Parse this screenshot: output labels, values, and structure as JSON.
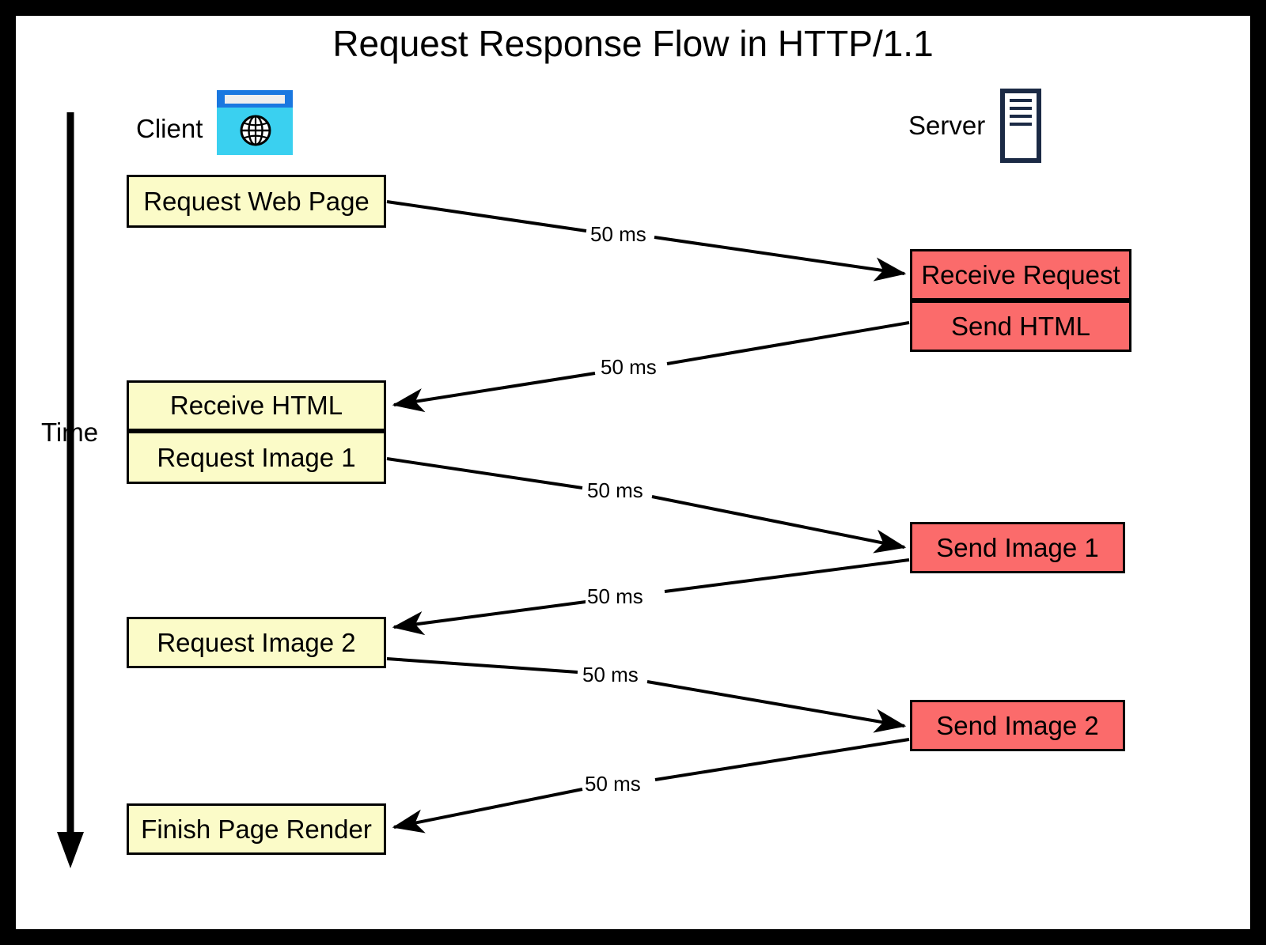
{
  "diagram": {
    "title": "Request Response Flow in HTTP/1.1",
    "background": "#ffffff",
    "border_color": "#000000",
    "colors": {
      "client_box_fill": "#fbfbc8",
      "server_box_fill": "#fb6b6b",
      "box_stroke": "#000000",
      "browser_icon_body": "#3ad0f0",
      "browser_icon_titlebar": "#1a78e0",
      "server_icon_stroke": "#1b2a45",
      "text": "#000000"
    }
  },
  "lanes": {
    "client": {
      "label": "Client",
      "icon": "browser-globe-icon"
    },
    "server": {
      "label": "Server",
      "icon": "server-rack-icon"
    }
  },
  "time_axis": {
    "label": "Time",
    "icon": "down-arrow-icon",
    "direction": "downward"
  },
  "client_steps": [
    {
      "id": "request-web-page",
      "label": "Request Web Page"
    },
    {
      "id": "receive-html",
      "label": "Receive HTML"
    },
    {
      "id": "request-image-1",
      "label": "Request Image 1"
    },
    {
      "id": "request-image-2",
      "label": "Request Image 2"
    },
    {
      "id": "finish-page-render",
      "label": "Finish Page Render"
    }
  ],
  "server_steps": [
    {
      "id": "receive-request",
      "label": "Receive Request"
    },
    {
      "id": "send-html",
      "label": "Send HTML"
    },
    {
      "id": "send-image-1",
      "label": "Send Image 1"
    },
    {
      "id": "send-image-2",
      "label": "Send Image 2"
    }
  ],
  "messages": [
    {
      "id": "msg-1",
      "from": "request-web-page",
      "to": "receive-request",
      "direction": "client-to-server",
      "latency": "50 ms"
    },
    {
      "id": "msg-2",
      "from": "send-html",
      "to": "receive-html",
      "direction": "server-to-client",
      "latency": "50 ms"
    },
    {
      "id": "msg-3",
      "from": "request-image-1",
      "to": "send-image-1",
      "direction": "client-to-server",
      "latency": "50 ms"
    },
    {
      "id": "msg-4",
      "from": "send-image-1",
      "to": "request-image-2",
      "direction": "server-to-client",
      "latency": "50 ms"
    },
    {
      "id": "msg-5",
      "from": "request-image-2",
      "to": "send-image-2",
      "direction": "client-to-server",
      "latency": "50 ms"
    },
    {
      "id": "msg-6",
      "from": "send-image-2",
      "to": "finish-page-render",
      "direction": "server-to-client",
      "latency": "50 ms"
    }
  ]
}
